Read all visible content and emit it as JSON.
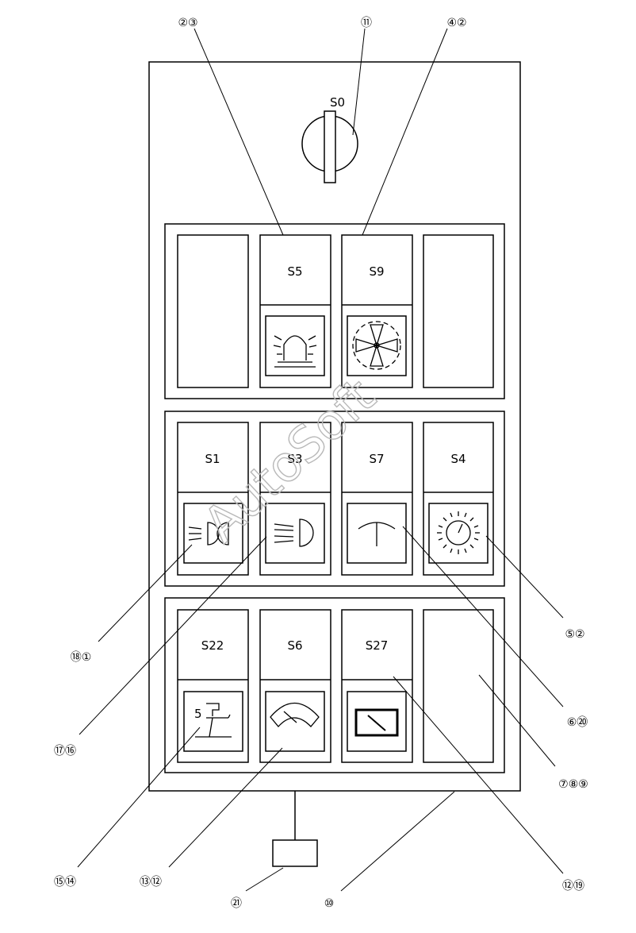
{
  "main_switch": {
    "label": "S0"
  },
  "switches": {
    "s5": "S5",
    "s9": "S9",
    "s1": "S1",
    "s3": "S3",
    "s7": "S7",
    "s4": "S4",
    "s22": "S22",
    "s6": "S6",
    "s27": "S27"
  },
  "icons": {
    "s5": "beacon-icon",
    "s9": "fan-icon",
    "s1": "parking-light-icon",
    "s3": "headlight-icon",
    "s7": "wiper-icon",
    "s4": "work-light-icon",
    "s22": "mast-tilt-icon",
    "s6": "gauge-icon",
    "s27": "battery-indicator-icon"
  },
  "tilt_icon_number": "5",
  "callouts": {
    "c23": "②③",
    "c11": "⑪",
    "c42": "④②",
    "c52": "⑤②",
    "c181": "⑱①",
    "c620": "⑥⑳",
    "c1716": "⑰⑯",
    "c789": "⑦⑧⑨",
    "c1514": "⑮⑭",
    "c1312": "⑬⑫",
    "c21": "㉑",
    "c10": "⑩",
    "c1219": "⑫⑲"
  },
  "watermark": "AutoSoft"
}
